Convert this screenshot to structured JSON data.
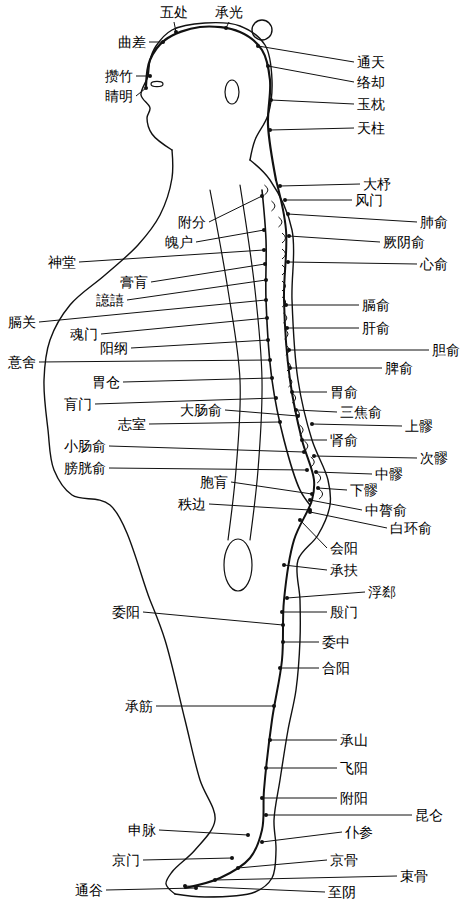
{
  "diagram": {
    "labels": [
      "五处",
      "承光",
      "曲差",
      "通天",
      "攒竹",
      "络却",
      "睛明",
      "玉枕",
      "天柱",
      "大杼",
      "风门",
      "附分",
      "肺俞",
      "魄户",
      "厥阴俞",
      "神堂",
      "膏肓",
      "心俞",
      "譩譆",
      "膈关",
      "膈俞",
      "魂门",
      "肝俞",
      "阳纲",
      "胆俞",
      "意舍",
      "脾俞",
      "胃仓",
      "胃俞",
      "肓门",
      "三焦俞",
      "志室",
      "大肠俞",
      "肾俞",
      "上髎",
      "小肠俞",
      "次髎",
      "膀胱俞",
      "中髎",
      "胞肓",
      "下髎",
      "秩边",
      "中膂俞",
      "会阳",
      "白环俞",
      "承扶",
      "浮郄",
      "委阳",
      "殷门",
      "委中",
      "合阳",
      "承筋",
      "承山",
      "飞阳",
      "附阳",
      "昆仑",
      "申脉",
      "仆参",
      "京门",
      "京骨",
      "束骨",
      "通谷",
      "至阴"
    ]
  }
}
